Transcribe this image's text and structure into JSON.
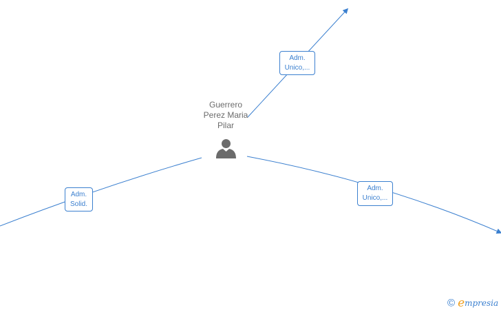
{
  "person": {
    "name_lines": [
      "Guerrero",
      "Perez Maria",
      "Pilar"
    ],
    "icon": "person-icon"
  },
  "relations": [
    {
      "role_lines": [
        "Adm.",
        "Unico,..."
      ]
    },
    {
      "role_lines": [
        "Adm.",
        "Unico,..."
      ]
    },
    {
      "role_lines": [
        "Adm.",
        "Solid."
      ]
    }
  ],
  "branding": {
    "copyright_symbol": "©",
    "logo_initial": "e",
    "logo_rest": "mpresia"
  },
  "colors": {
    "edge": "#3a7fcf",
    "person": "#6b6b6b",
    "logo_accent": "#f0a020",
    "background": "#ffffff"
  }
}
